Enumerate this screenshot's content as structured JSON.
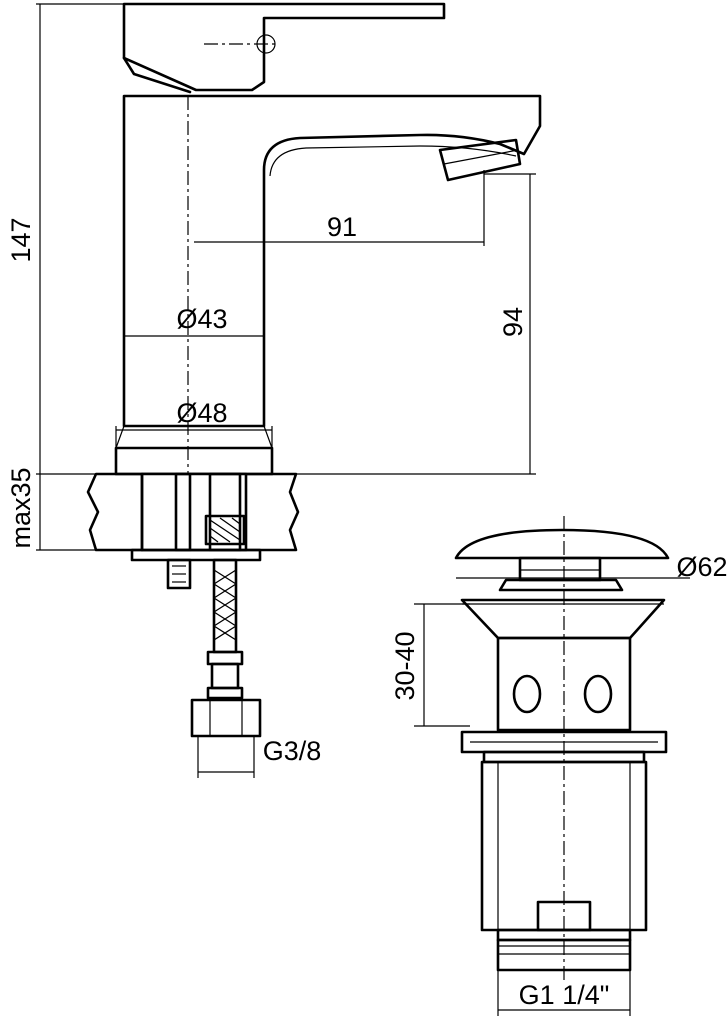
{
  "dimensions": {
    "height_total": "147",
    "reach": "91",
    "spout_height": "94",
    "body_diameter": "Ø43",
    "base_diameter": "Ø48",
    "max_counter_thickness": "max35",
    "connection_thread": "G3/8",
    "waste_cap_diameter": "Ø62",
    "waste_adjust_range": "30-40",
    "waste_thread": "G1 1/4\""
  }
}
